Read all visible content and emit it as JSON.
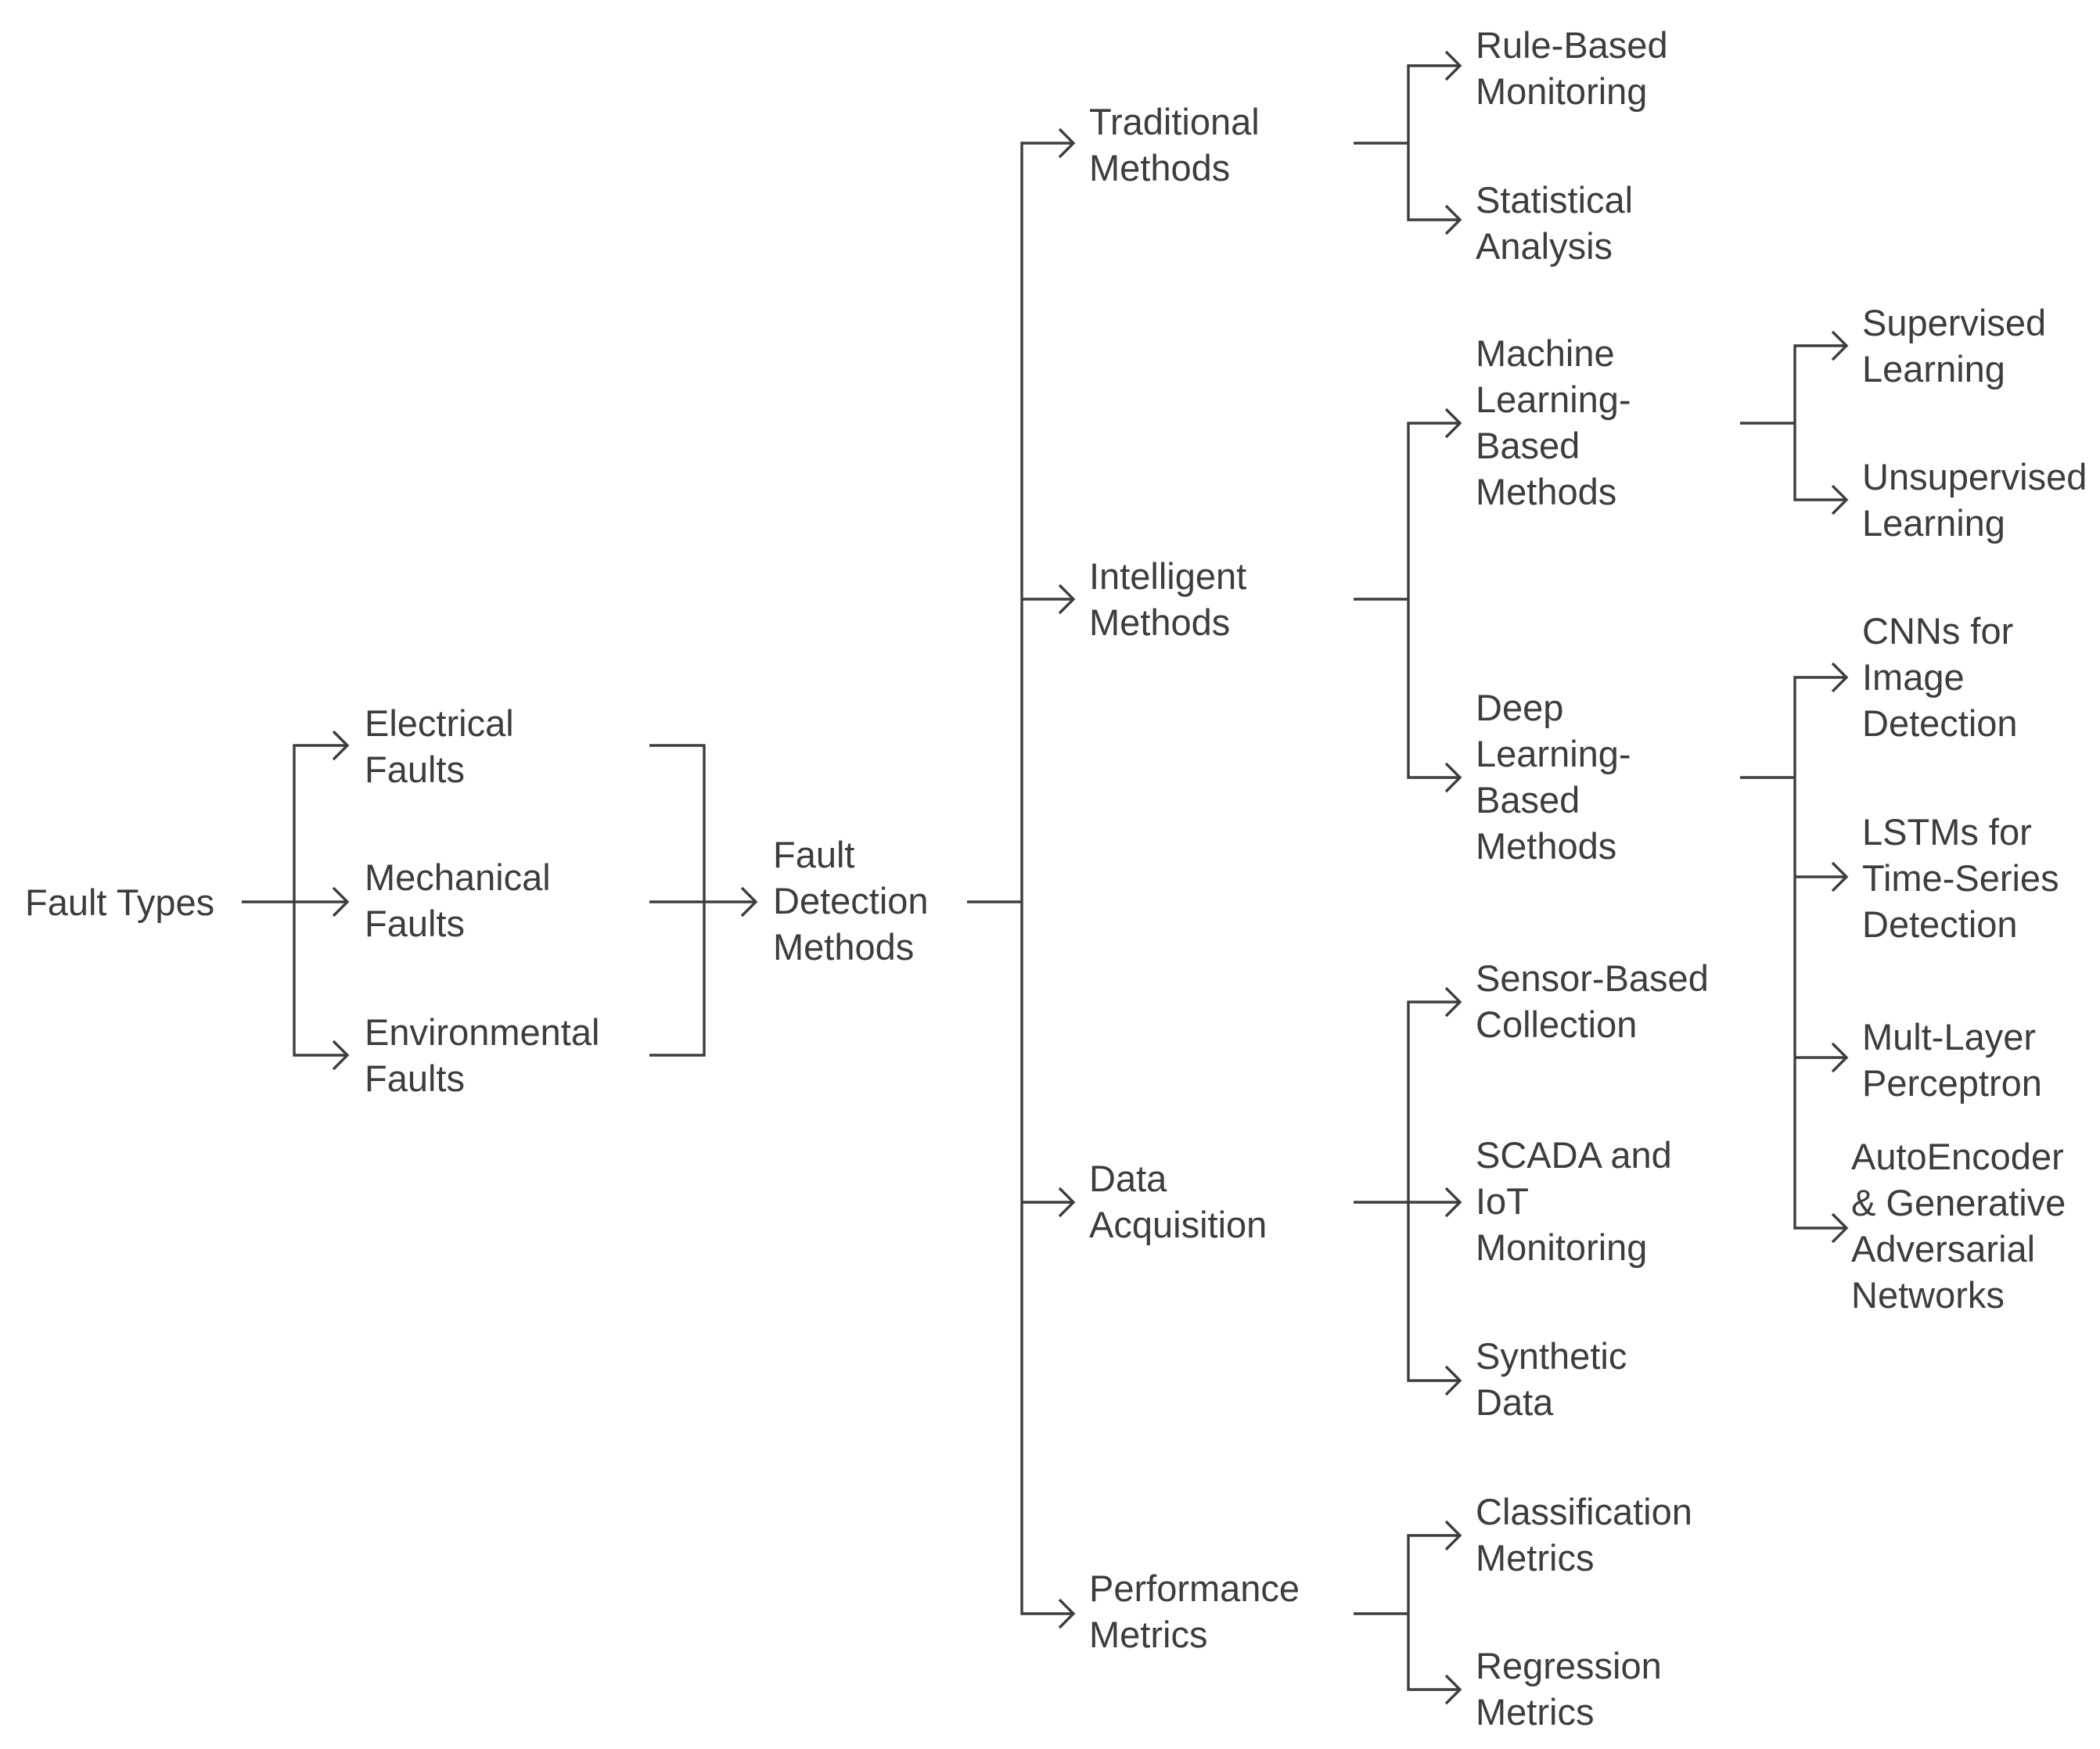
{
  "diagram": {
    "nodes": {
      "fault_types": "Fault Types",
      "electrical_faults": "Electrical\nFaults",
      "mechanical_faults": "Mechanical\nFaults",
      "environmental_faults": "Environmental\nFaults",
      "fault_detection_methods": "Fault\nDetection\nMethods",
      "traditional_methods": "Traditional\nMethods",
      "intelligent_methods": "Intelligent\nMethods",
      "data_acquisition": "Data\nAcquisition",
      "performance_metrics": "Performance\nMetrics",
      "rule_based_monitoring": "Rule-Based\nMonitoring",
      "statistical_analysis": "Statistical\nAnalysis",
      "ml_based_methods": "Machine\nLearning-\nBased\nMethods",
      "dl_based_methods": "Deep\nLearning-\nBased\nMethods",
      "supervised_learning": "Supervised\nLearning",
      "unsupervised_learning": "Unsupervised\nLearning",
      "cnns_image_detection": "CNNs for\nImage\nDetection",
      "lstms_time_series": "LSTMs for\nTime-Series\nDetection",
      "multi_layer_perceptron": "Mult-Layer\nPerceptron",
      "autoencoder_gan": "AutoEncoder\n& Generative\nAdversarial\nNetworks",
      "sensor_based_collection": "Sensor-Based\nCollection",
      "scada_iot_monitoring": "SCADA and\nIoT\nMonitoring",
      "synthetic_data": "Synthetic\nData",
      "classification_metrics": "Classification\nMetrics",
      "regression_metrics": "Regression\nMetrics"
    }
  }
}
